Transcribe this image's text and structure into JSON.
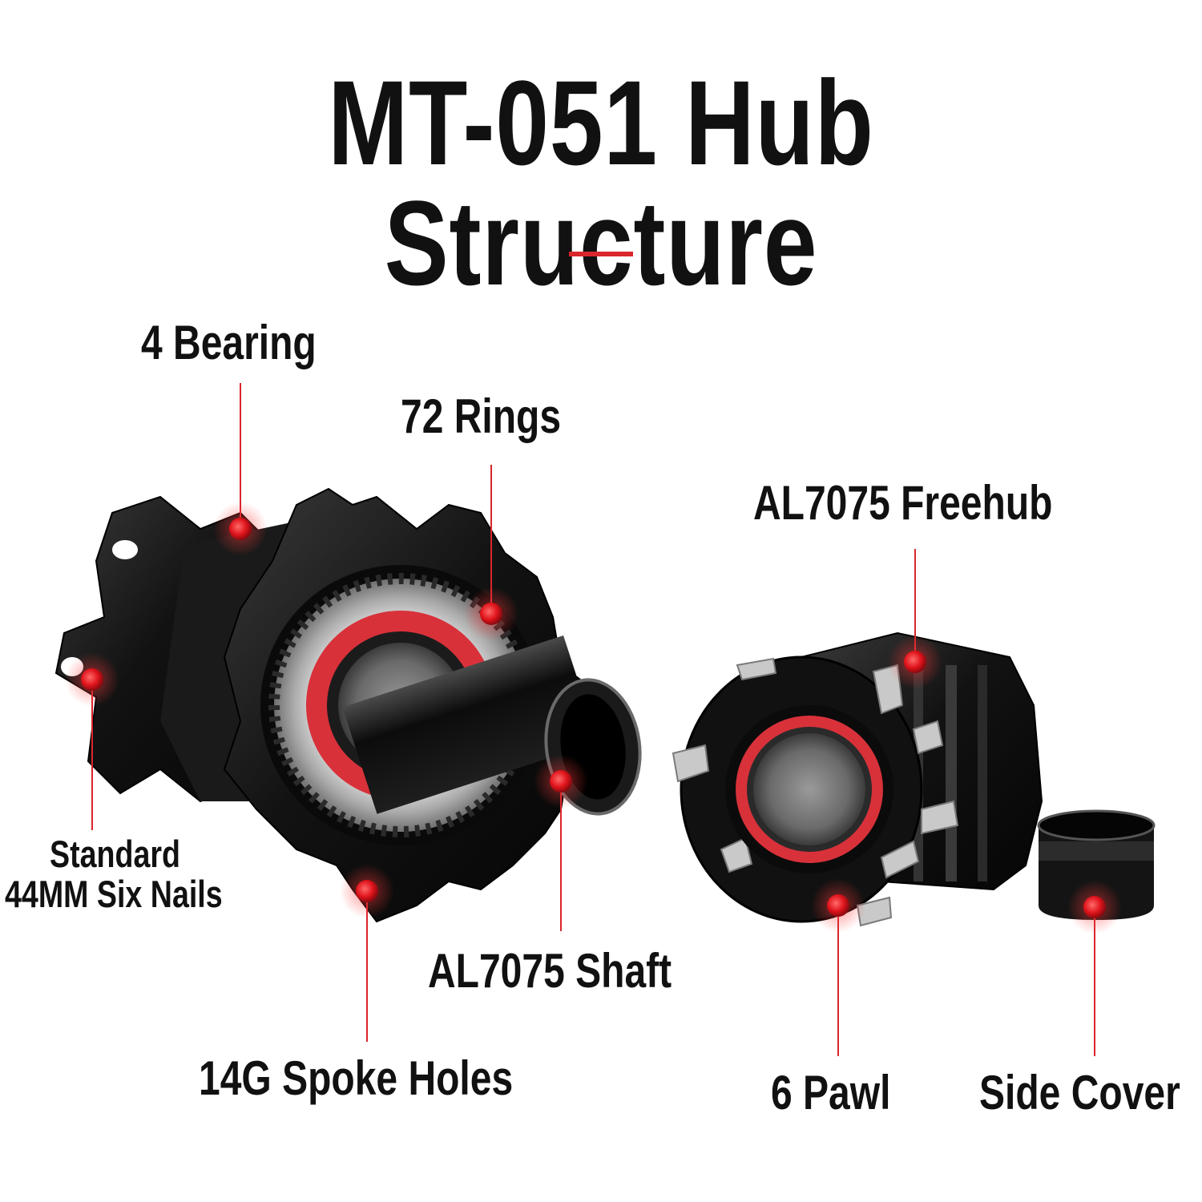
{
  "title": "MT-051 Hub Structure",
  "accent_color": "#d9262c",
  "labels": {
    "bearing": "4 Bearing",
    "rings": "72 Rings",
    "freehub": "AL7075 Freehub",
    "nails_line1": "Standard",
    "nails_line2": "44MM Six Nails",
    "shaft": "AL7075 Shaft",
    "spoke_holes": "14G Spoke Holes",
    "pawl": "6 Pawl",
    "side_cover": "Side Cover"
  }
}
